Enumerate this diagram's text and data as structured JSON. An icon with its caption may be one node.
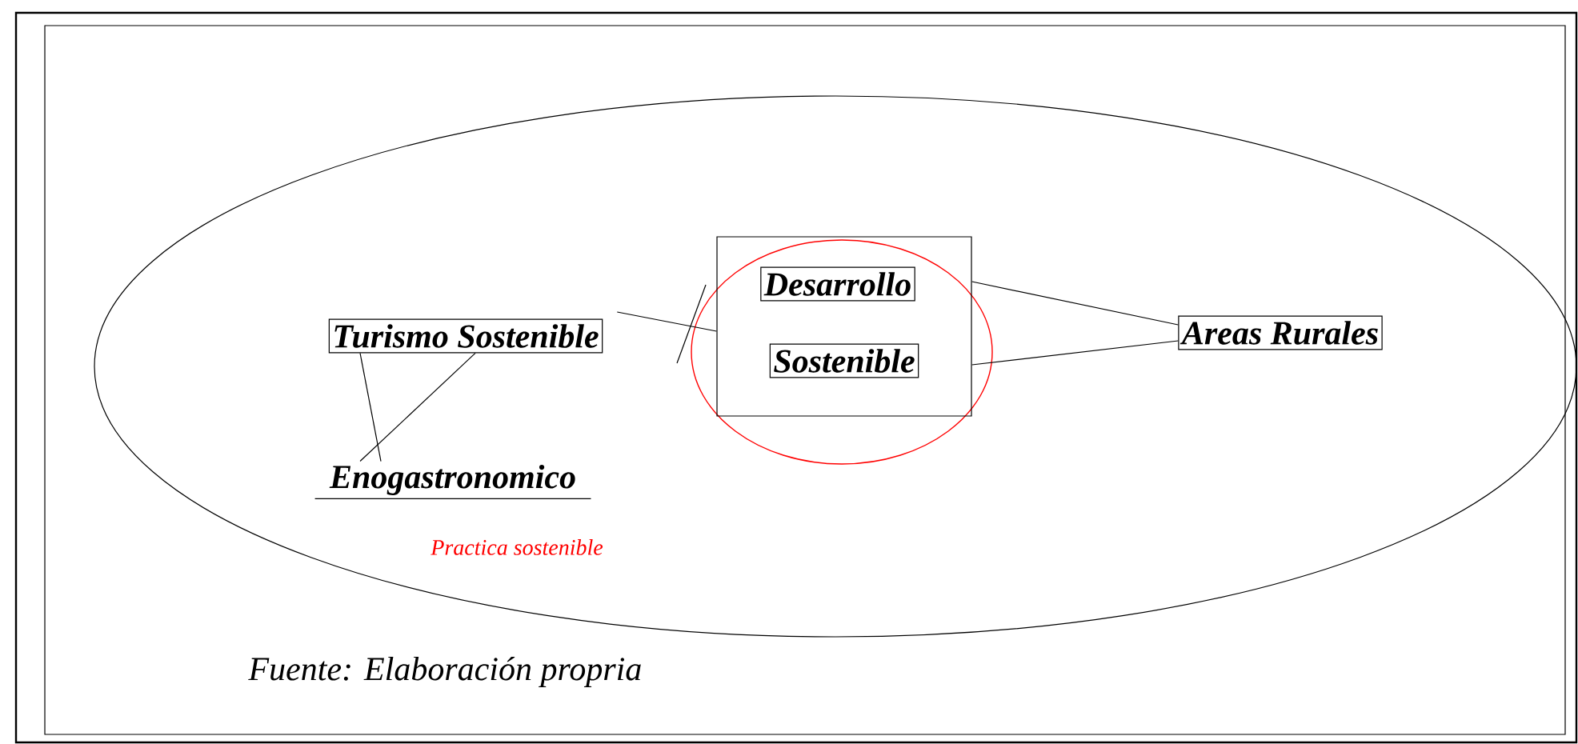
{
  "diagram": {
    "caption": "Fuente: Elaboración propria",
    "nodes": [
      {
        "text": [],
        "shape": "ellipse"
      },
      {
        "text": [
          "Turismo Sostenible"
        ],
        "in": 0
      },
      {
        "text": [
          "Enogastronomico"
        ],
        "in": 0
      },
      {
        "text": [],
        "shape": "box",
        "in": 0
      },
      {
        "text": [
          "Desarrollo"
        ],
        "in": 3
      },
      {
        "text": [
          "Sostenible"
        ],
        "in": 3
      },
      {
        "text": [
          "Areas Rurales"
        ],
        "in": 0
      }
    ],
    "edges": [
      {
        "from": 1,
        "to": 2,
        "arrow": "none"
      },
      {
        "from": 1,
        "to": 2,
        "arrow": "none"
      },
      {
        "from": 1,
        "to": 3,
        "arrow": "none"
      },
      {
        "from": 3,
        "to": 6,
        "arrow": "none"
      },
      {
        "from": 3,
        "to": 6,
        "arrow": "none"
      }
    ],
    "labels": [
      "Practica sostenible"
    ]
  }
}
